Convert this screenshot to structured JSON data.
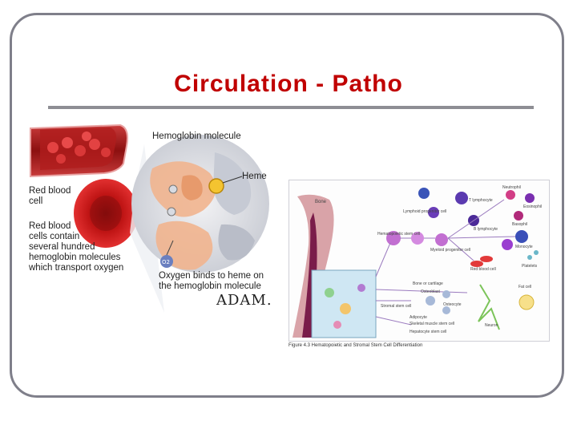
{
  "slide": {
    "title": "Circulation - Patho"
  },
  "left_figure": {
    "labels": {
      "hemoglobin_molecule": "Hemoglobin molecule",
      "heme": "Heme",
      "red_blood_cell": "Red blood\ncell",
      "rbc_contain": "Red blood\ncells contain\nseveral hundred\nhemoglobin molecules\nwhich transport oxygen",
      "oxygen_binds": "Oxygen binds to heme on\nthe hemoglobin molecule"
    },
    "logo": "ADAM.",
    "o2_marker": "O2"
  },
  "right_figure": {
    "caption": "Figure 4.3 Hematopoietic and Stromal Stem Cell Differentiation",
    "labels": {
      "bone": "Bone",
      "hematopoietic_stem_cell": "Hematopoietic stem cell",
      "lymphoid_stem_cell": "Lymphoid progenitor cell",
      "myeloid_stem_cell": "Myeloid progenitor cell",
      "t_lymphocyte": "T lymphocyte",
      "b_lymphocyte": "B lymphocyte",
      "red_blood_cell": "Red blood cell",
      "neutrophil": "Neutrophil",
      "eosinophil": "Eosinophil",
      "basophil": "Basophil",
      "monocyte": "Monocyte",
      "platelets": "Platelets",
      "stromal_stem_cell": "Stromal stem cell",
      "bone_or_cartilage": "Bone or cartilage",
      "osteoblast": "Osteoblast",
      "osteocyte": "Osteocyte",
      "adipocyte": "Adipocyte",
      "skeletal_muscle": "Skeletal muscle stem cell",
      "hepatocyte": "Hepatocyte stem cell",
      "neuron": "Neuron",
      "fat_cell": "Fat cell"
    }
  }
}
